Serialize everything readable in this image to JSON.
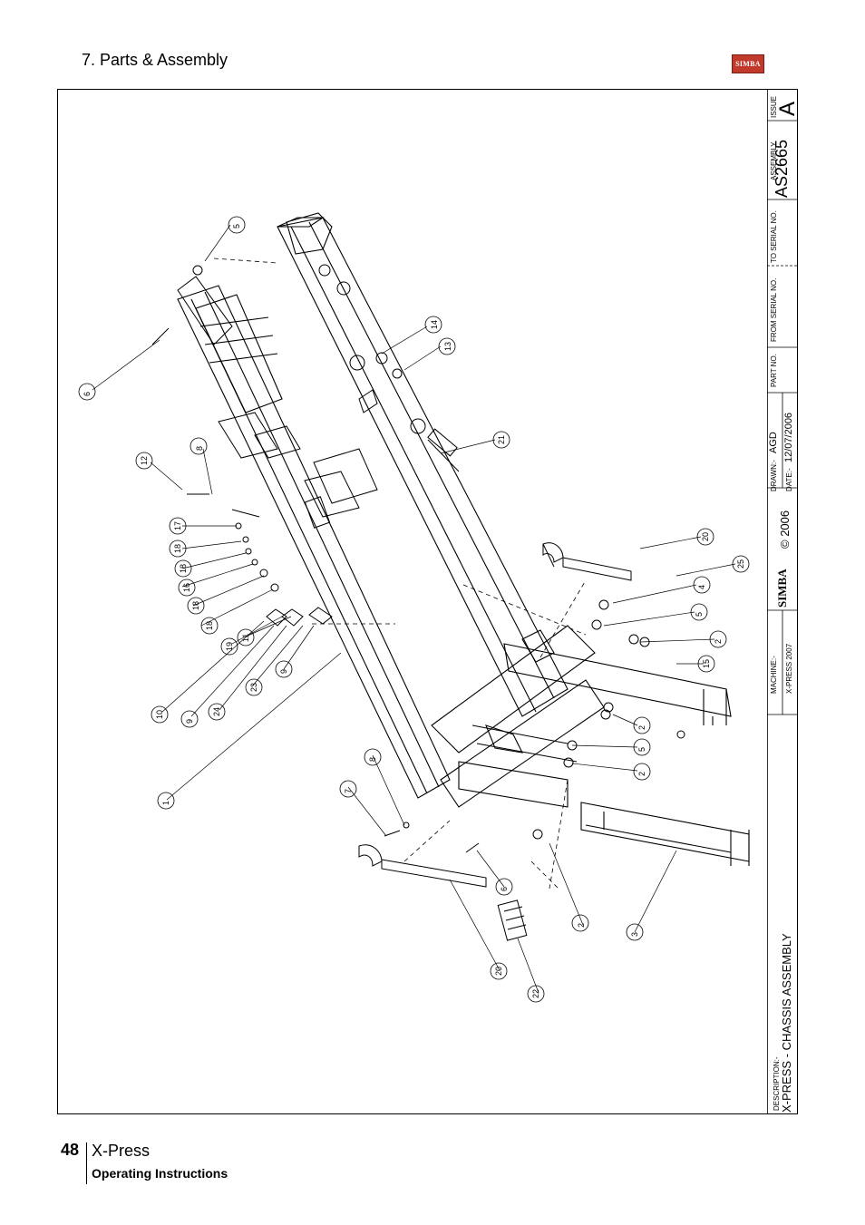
{
  "header": {
    "section_title": "7. Parts & Assembly",
    "logo_text": "SIMBA",
    "logo_color": "#c0392b"
  },
  "title_block": {
    "issue_label": "ISSUE",
    "issue_value": "A",
    "assembly_label": "ASSEMBLY",
    "assembly_value": "AS2665",
    "to_serial_label": "TO SERIAL NO.",
    "from_serial_label": "FROM SERIAL NO.",
    "part_no_label": "PART NO.",
    "drawn_label": "DRAWN:-",
    "drawn_value": "AGD",
    "date_label": "DATE:-",
    "date_value": "12/07/2006",
    "copyright": "© 2006",
    "logo_text": "SIMBA",
    "machine_label": "MACHINE:-",
    "machine_value": "X-PRESS 2007",
    "description_label": "DESCRIPTION:-",
    "description_value": "X-PRESS - CHASSIS ASSEMBLY"
  },
  "callouts": [
    "5",
    "6",
    "14",
    "13",
    "12",
    "8",
    "21",
    "17",
    "18",
    "18",
    "16",
    "18",
    "18",
    "19",
    "11",
    "20",
    "25",
    "4",
    "5",
    "2",
    "15",
    "10",
    "9",
    "24",
    "23",
    "9",
    "2",
    "5",
    "2",
    "1",
    "8",
    "7",
    "6",
    "3",
    "2",
    "20",
    "22"
  ],
  "footer": {
    "page_number": "48",
    "product": "X-Press",
    "subtitle": "Operating Instructions"
  }
}
